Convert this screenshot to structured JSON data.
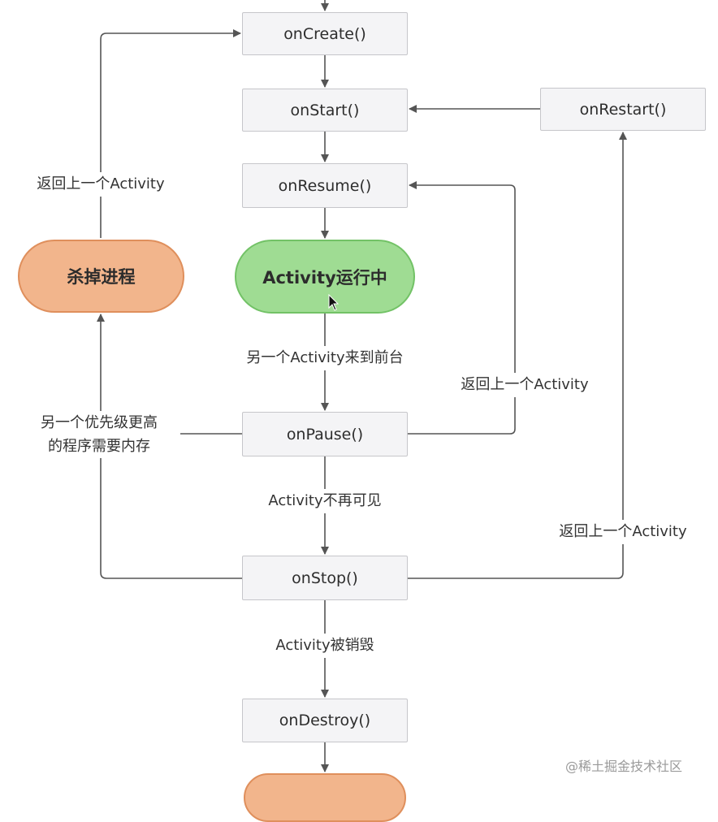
{
  "nodes": {
    "on_create": "onCreate()",
    "on_start": "onStart()",
    "on_restart": "onRestart()",
    "on_resume": "onResume()",
    "running": "Activity运行中",
    "kill_process": "杀掉进程",
    "on_pause": "onPause()",
    "on_stop": "onStop()",
    "on_destroy": "onDestroy()"
  },
  "labels": {
    "back_to_create": "返回上一个Activity",
    "another_to_front": "另一个Activity来到前台",
    "back_to_resume": "返回上一个Activity",
    "higher_priority_line1": "另一个优先级更高",
    "higher_priority_line2": "的程序需要内存",
    "not_visible": "Activity不再可见",
    "back_to_restart": "返回上一个Activity",
    "destroyed": "Activity被销毁"
  },
  "watermark": "@稀土掘金技术社区",
  "colors": {
    "box_fill": "#f4f4f6",
    "box_border": "#c6c6ca",
    "green_fill": "#9fdc93",
    "orange_fill": "#f2b58c",
    "arrow": "#555555"
  }
}
